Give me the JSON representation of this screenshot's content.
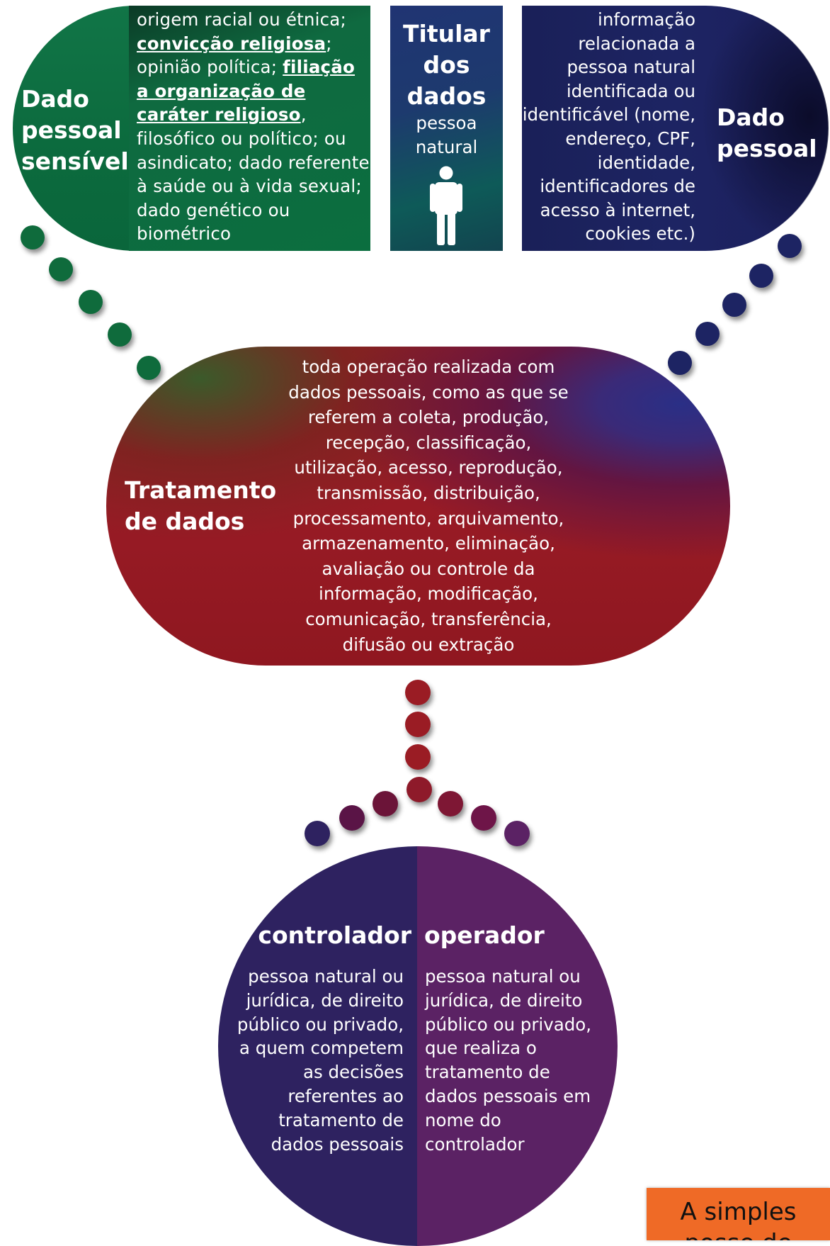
{
  "sensivel": {
    "title": "Dado pessoal sensível",
    "body_html": "origem racial ou étnica; <span class=\"u\">convicção religiosa</span>; opinião política; <span class=\"u\">filiação a organização de caráter religioso</span>, filosófico ou político; ou asindicato; dado referente à saúde ou à vida sexual; dado genético ou biométrico"
  },
  "titular": {
    "title": "Titular dos dados",
    "subtitle": "pessoa natural",
    "icon": "person-icon"
  },
  "pessoal": {
    "title": "Dado pessoal",
    "body": "informação relacionada a pessoa natural identificada ou identificável (nome, endereço, CPF, identidade, identificadores de acesso à internet, cookies etc.)"
  },
  "tratamento": {
    "title": "Tratamento de dados",
    "body": "toda operação realizada com dados pessoais, como as que se referem a coleta, produção, recepção, classificação, utilização, acesso, reprodução, transmissão, distribuição, processamento, arquivamento, armazenamento, eliminação, avaliação ou controle da informação, modificação, comunicação, transferência, difusão ou extração"
  },
  "controlador": {
    "title": "controlador",
    "body": "pessoa natural ou jurídica, de direito público ou privado, a quem competem as decisões referentes ao tratamento de dados pessoais"
  },
  "operador": {
    "title": "operador",
    "body": "pessoa natural ou jurídica, de direito público ou privado, que realiza o tratamento de dados pessoais em nome do controlador"
  },
  "callout": {
    "text": "A simples posse de"
  },
  "colors": {
    "green": "#0c6b3e",
    "navy": "#1d2463",
    "red": "#981b25",
    "indigo": "#2e2260",
    "purple": "#5b2264",
    "orange": "#ef6a26"
  }
}
